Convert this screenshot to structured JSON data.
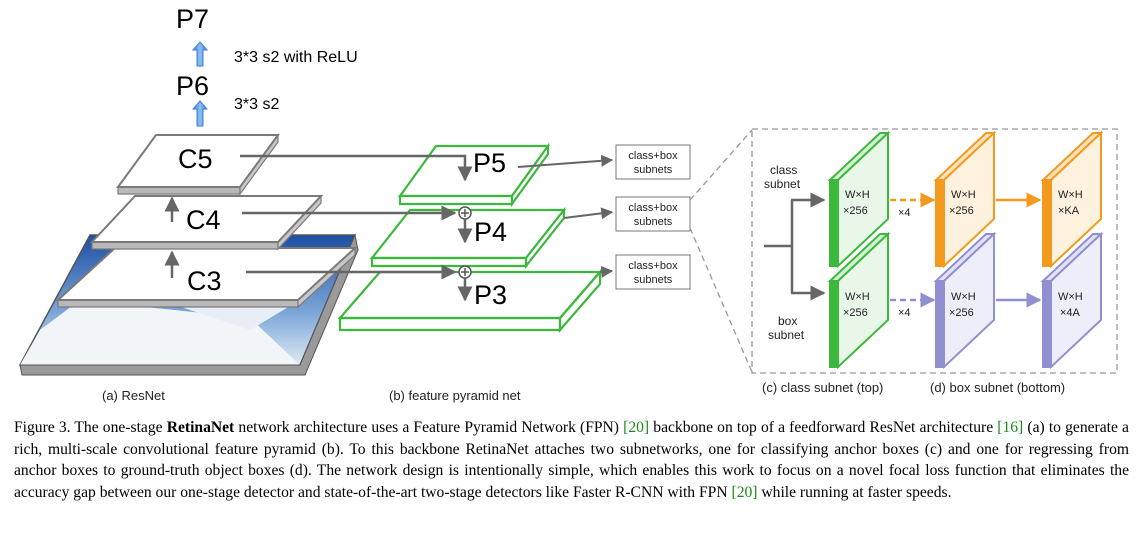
{
  "pyramid_levels": {
    "p7": "P7",
    "p6": "P6",
    "p7_note": "3*3 s2 with ReLU",
    "p6_note": "3*3 s2"
  },
  "resnet": {
    "c5": "C5",
    "c4": "C4",
    "c3": "C3",
    "label": "(a) ResNet"
  },
  "fpn": {
    "p5": "P5",
    "p4": "P4",
    "p3": "P3",
    "label": "(b) feature pyramid net"
  },
  "subnet_boxes": {
    "line1": "class+box",
    "line2": "subnets"
  },
  "detail": {
    "class_subnet_label_1": "class",
    "class_subnet_label_2": "subnet",
    "box_subnet_label_1": "box",
    "box_subnet_label_2": "subnet",
    "feat_wxh": "W×H",
    "feat_256": "×256",
    "class_out": "×KA",
    "box_out": "×4A",
    "repeat": "×4",
    "colors": {
      "class": "#f39a1e",
      "box": "#8f8fd2",
      "input": "#3cb83c"
    }
  },
  "captions": {
    "class_subnet": "(c) class subnet (top)",
    "box_subnet": "(d) box subnet (bottom)"
  },
  "figure_caption": {
    "prefix": "Figure 3. The one-stage ",
    "bold": "RetinaNet",
    "part1": " network architecture uses a Feature Pyramid Network (FPN) ",
    "cite1": "[20]",
    "part2": " backbone on top of a feedforward ResNet architecture ",
    "cite2": "[16]",
    "part3": " (a) to generate a rich, multi-scale convolutional feature pyramid (b). To this backbone RetinaNet attaches two subnetworks, one for classifying anchor boxes (c) and one for regressing from anchor boxes to ground-truth object boxes (d). The network design is intentionally simple, which enables this work to focus on a novel focal loss function that eliminates the accuracy gap between our one-stage detector and state-of-the-art two-stage detectors like Faster R-CNN with FPN ",
    "cite3": "[20]",
    "part4": " while running at faster speeds."
  }
}
